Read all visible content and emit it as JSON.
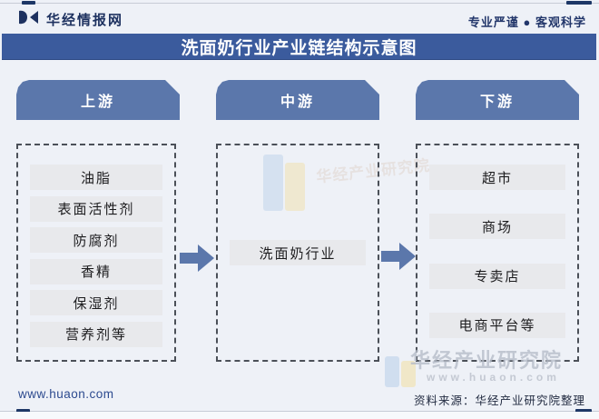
{
  "brand": {
    "logo_text": "华经情报网",
    "tagline": "专业严谨 ● 客观科学"
  },
  "title": "洗面奶行业产业链结构示意图",
  "columns": [
    {
      "header": "上游",
      "items": [
        "油脂",
        "表面活性剂",
        "防腐剂",
        "香精",
        "保湿剂",
        "营养剂等"
      ]
    },
    {
      "header": "中游",
      "items": [
        "洗面奶行业"
      ]
    },
    {
      "header": "下游",
      "items": [
        "超市",
        "商场",
        "专卖店",
        "电商平台等"
      ]
    }
  ],
  "footer": {
    "site": "www.huaon.com",
    "source": "资料来源：华经产业研究院整理"
  },
  "watermark": {
    "org": "华经产业研究院",
    "site": "www.huaon.com"
  },
  "colors": {
    "title_bar": "#3b5b9d",
    "header_box": "#5b77ab",
    "arrow": "#5b77ab",
    "item_bg": "#e8e9ec",
    "page_bg": "#eef1f7",
    "navy": "#1e3260",
    "dash_navy": "#1d3766"
  }
}
